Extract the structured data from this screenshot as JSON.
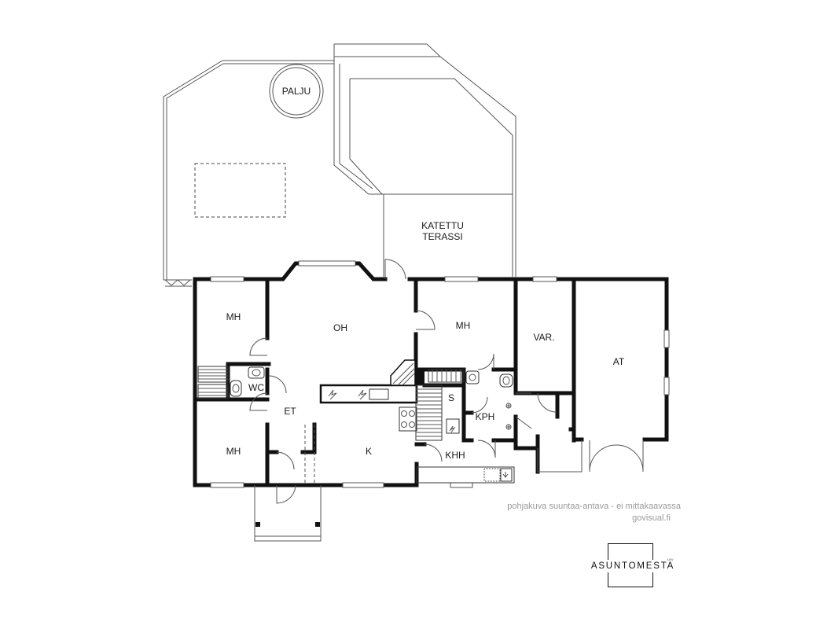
{
  "rooms": {
    "palju": "PALJU",
    "katettu": "KATETTU",
    "terassi": "TERASSI",
    "mh_top_left": "MH",
    "oh": "OH",
    "mh_top_mid": "MH",
    "var": "VAR.",
    "at": "AT",
    "wc": "WC",
    "et": "ET",
    "s": "S",
    "kph": "KPH",
    "mh_bottom_left": "MH",
    "k": "K",
    "khh": "KHH"
  },
  "footer": {
    "disclaimer": "pohjakuva suuntaa-antava - ei mittakaavassa",
    "website": "govisual.fi"
  },
  "logo": {
    "text": "ASUNTOMESTA",
    "registered": "LKV"
  }
}
